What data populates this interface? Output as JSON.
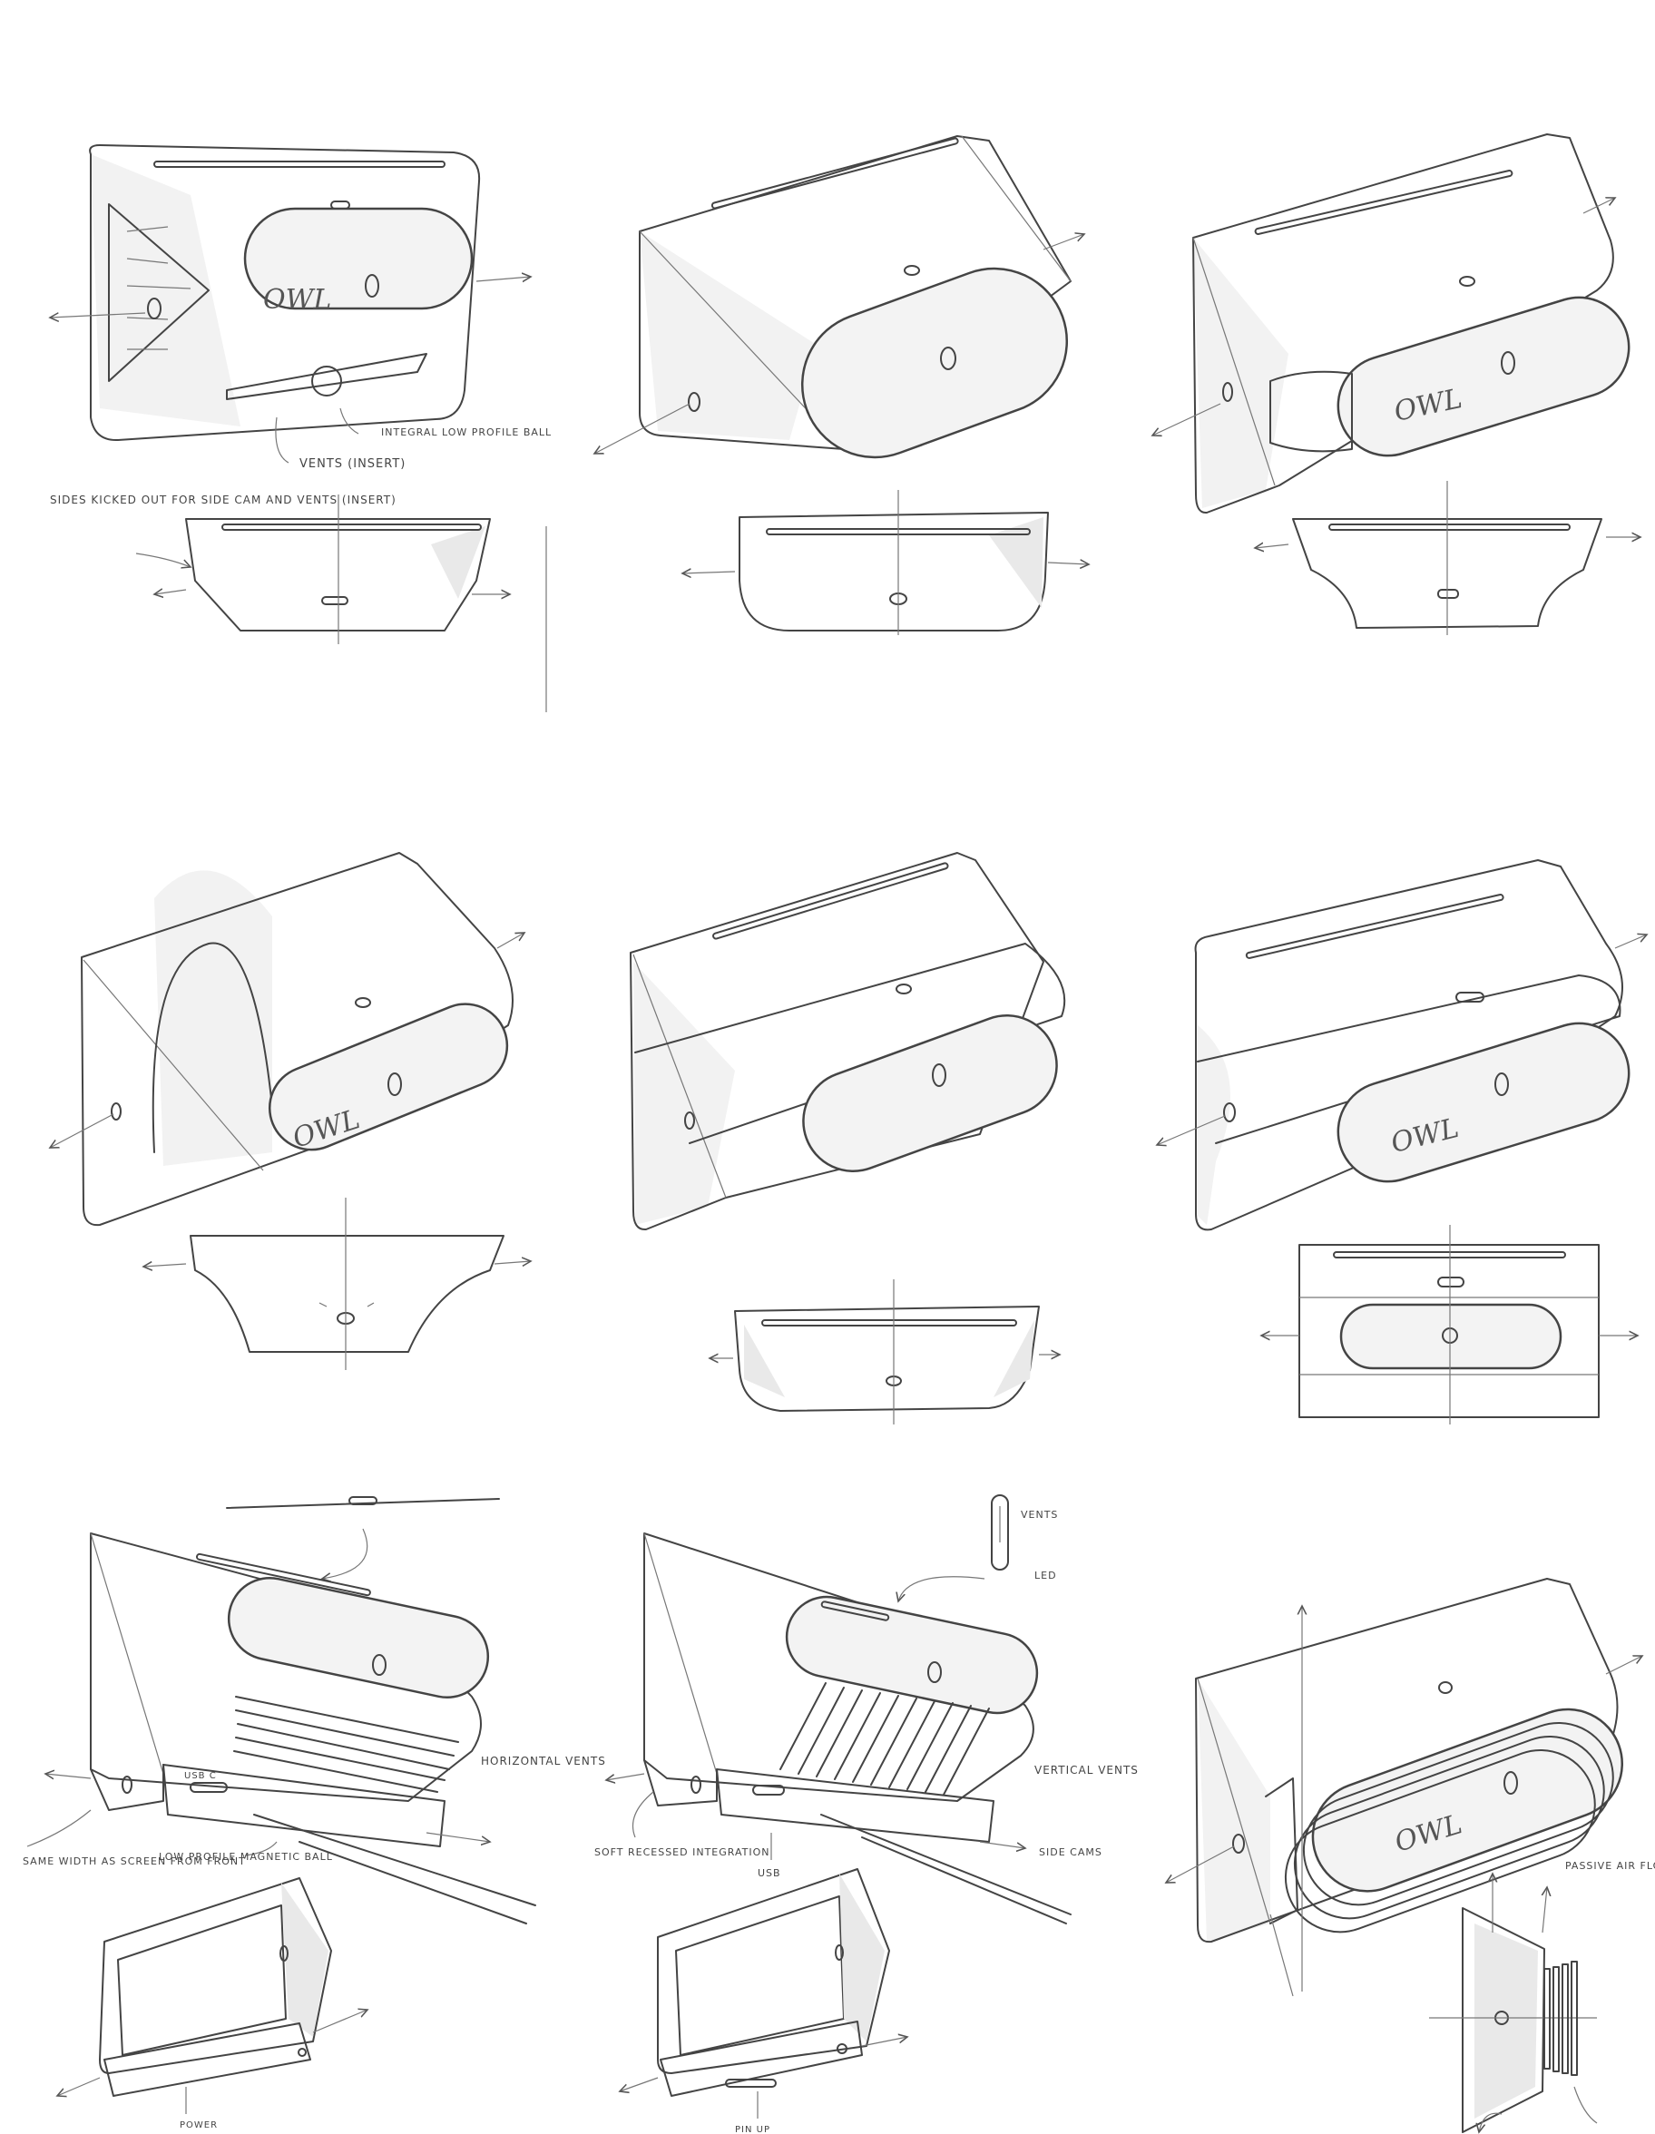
{
  "sheet": {
    "logo_text": "OWL",
    "ink_color": "#444444",
    "paper_color": "#ffffff",
    "notes": {
      "s1_vents": "VENTS (INSERT)",
      "s1_ball": "INTEGRAL LOW PROFILE BALL",
      "s1_sides": "SIDES KICKED OUT FOR SIDE CAM AND VENTS (INSERT)",
      "s7_vents": "HORIZONTAL VENTS",
      "s7_usbc": "USB C",
      "s7_width": "SAME WIDTH AS SCREEN FROM FRONT",
      "s7_ball": "LOW PROFILE MAGNETIC BALL",
      "s7_power": "POWER",
      "s8_vents_top": "VENTS",
      "s8_led": "LED",
      "s8_vents": "VERTICAL VENTS",
      "s8_soft": "SOFT RECESSED INTEGRATION",
      "s8_usb": "USB",
      "s8_sidecams": "SIDE CAMS",
      "s8_pinup": "PIN UP",
      "s9_airflow": "PASSIVE AIR FLOW/ COOLING"
    }
  }
}
